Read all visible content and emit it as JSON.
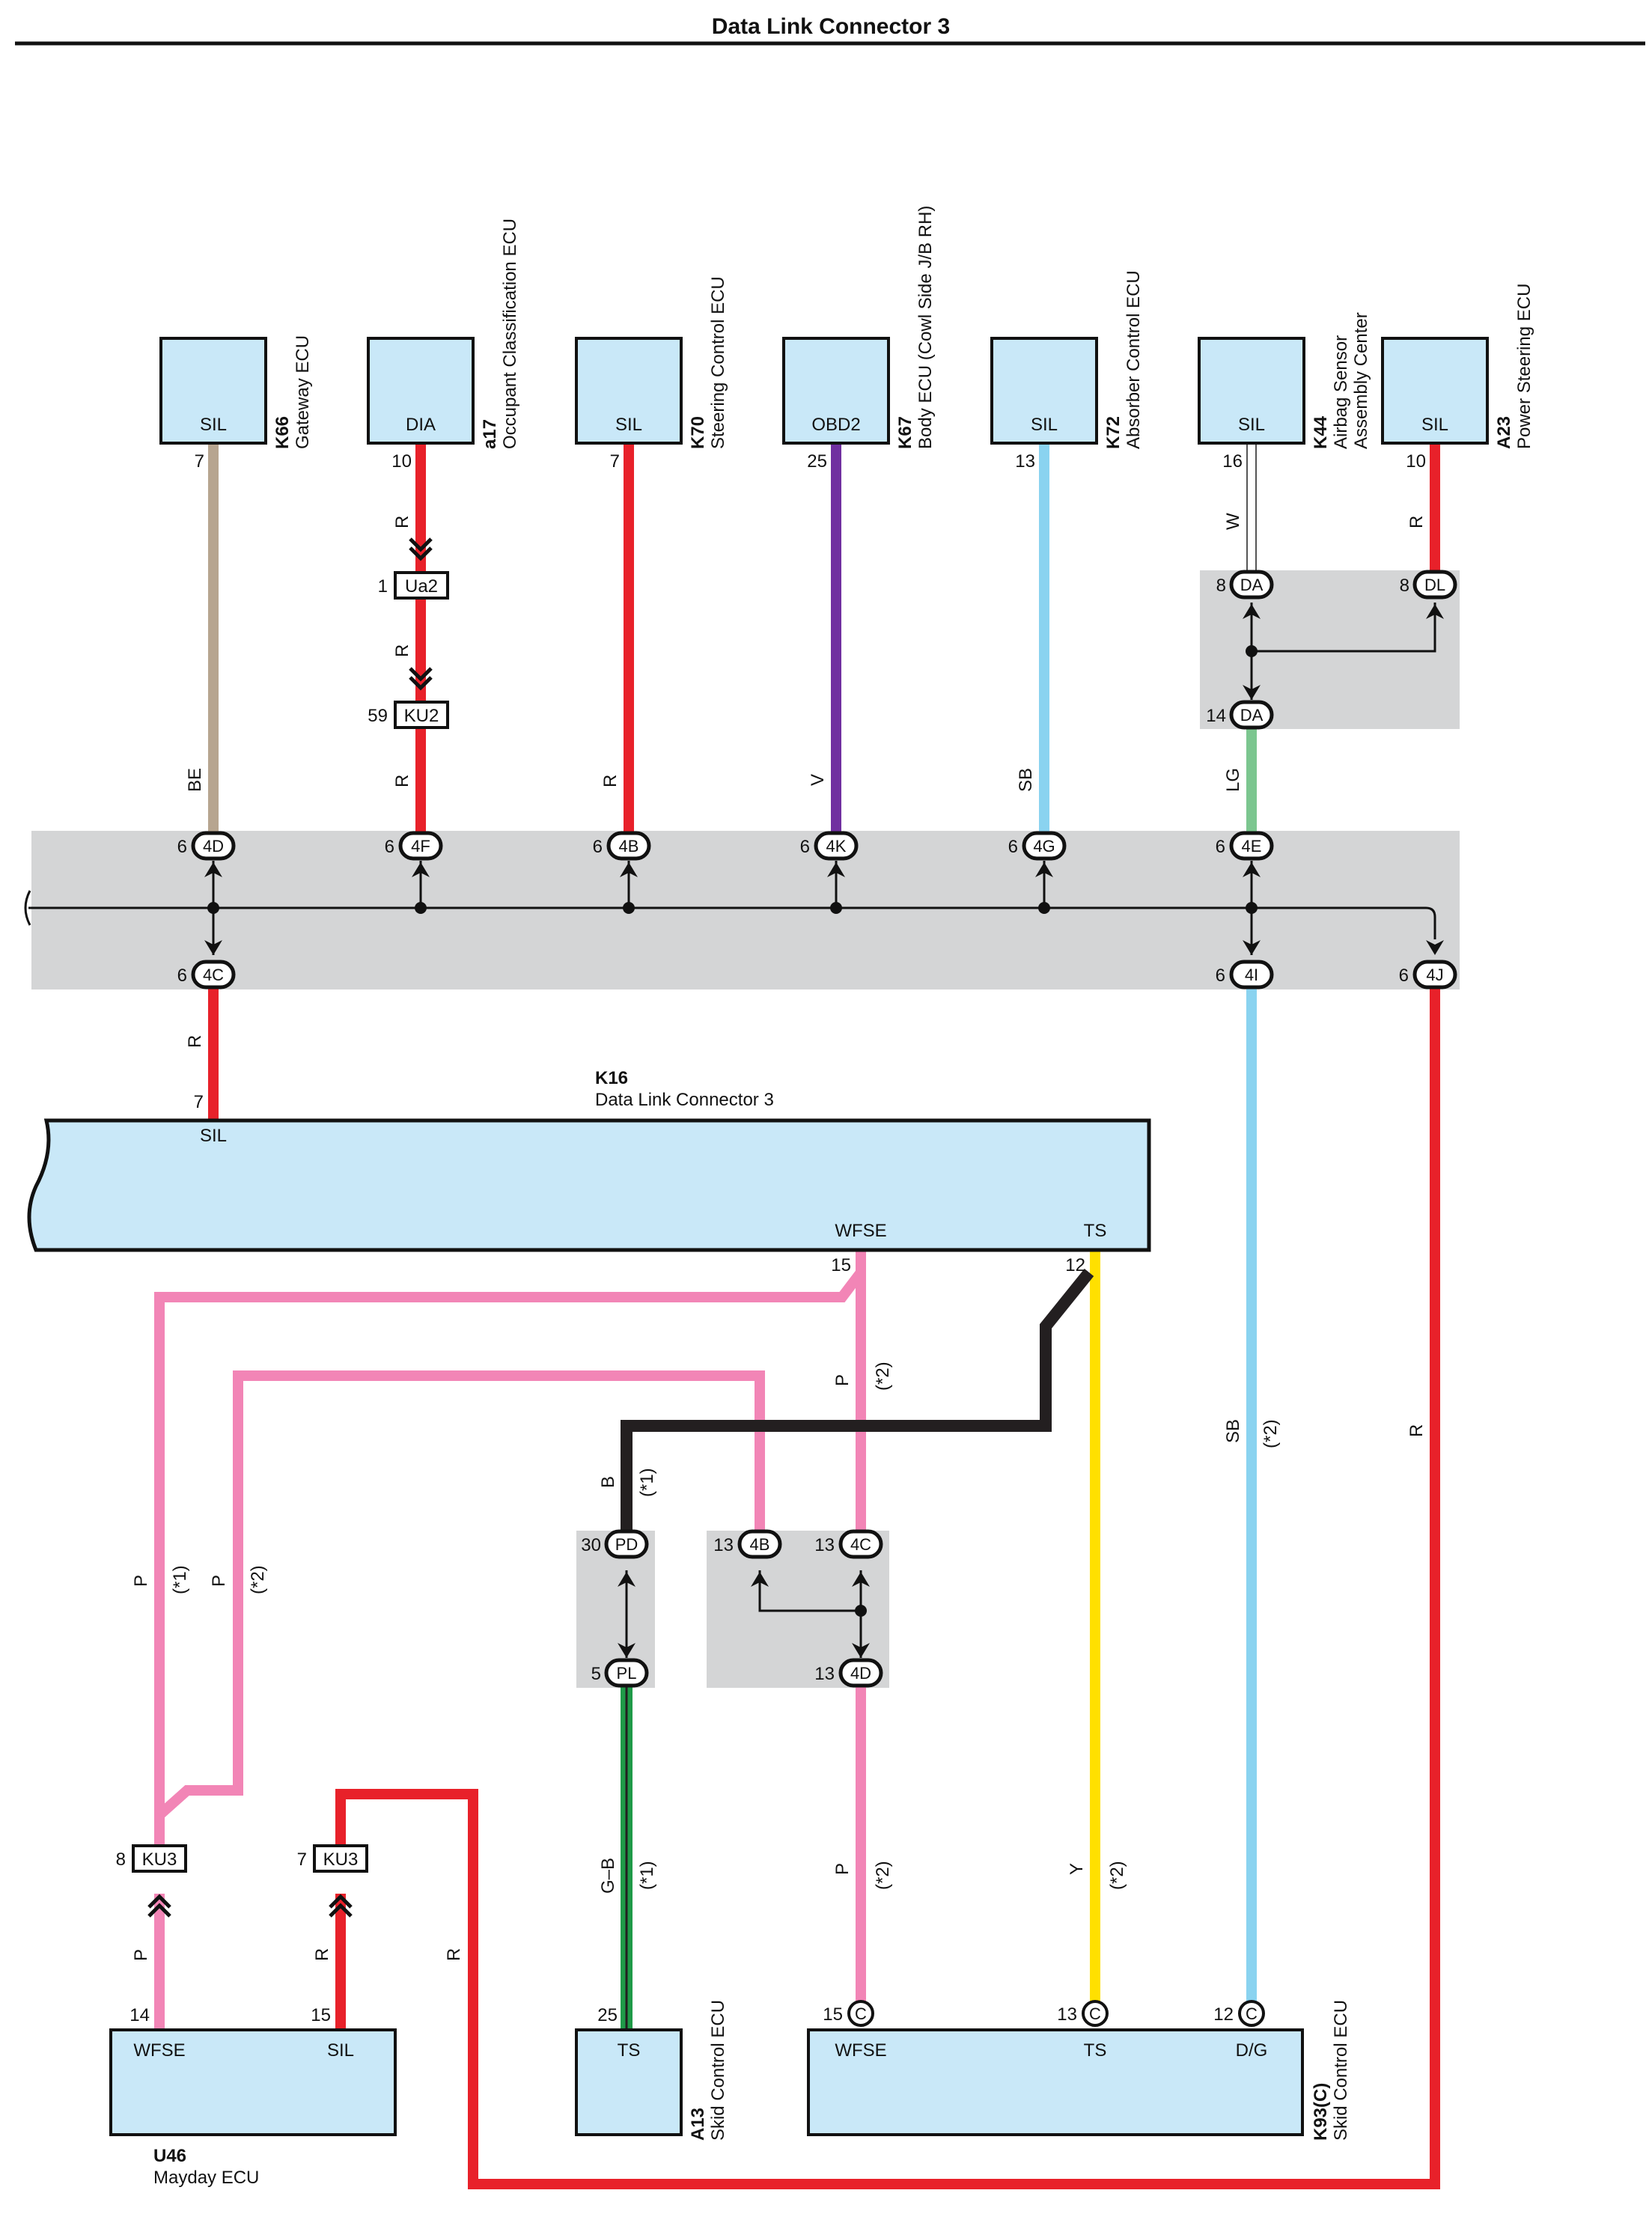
{
  "title": "Data Link Connector 3",
  "colors": {
    "R": "#e8212a",
    "BE": "#b7a590",
    "V": "#7030a0",
    "SB": "#8ad3f0",
    "W": "#ffffff",
    "LG": "#7cc68f",
    "P": "#f285b6",
    "B": "#231f20",
    "Y": "#ffe000",
    "G-B": "#1f9a48",
    "box_fill": "#c9e8f8",
    "junction_fill": "#d4d5d6"
  },
  "top_ecus": [
    {
      "code": "K66",
      "name": "Gateway ECU",
      "terminal": "SIL",
      "pin": "7",
      "wire": "BE"
    },
    {
      "code": "a17",
      "name": "Occupant Classification ECU",
      "terminal": "DIA",
      "pin": "10",
      "wire": "R"
    },
    {
      "code": "K70",
      "name": "Steering Control ECU",
      "terminal": "SIL",
      "pin": "7",
      "wire": "R"
    },
    {
      "code": "K67",
      "name": "Body ECU (Cowl Side J/B RH)",
      "terminal": "OBD2",
      "pin": "25",
      "wire": "V"
    },
    {
      "code": "K72",
      "name": "Absorber Control ECU",
      "terminal": "SIL",
      "pin": "13",
      "wire": "SB"
    },
    {
      "code": "K44",
      "name": "Airbag Sensor",
      "name2": "Assembly Center",
      "terminal": "SIL",
      "pin": "16",
      "wire": "W"
    },
    {
      "code": "A23",
      "name": "Power Steering ECU",
      "terminal": "SIL",
      "pin": "10",
      "wire": "R"
    }
  ],
  "in_line": [
    {
      "pin": "1",
      "label": "Ua2"
    },
    {
      "pin": "59",
      "label": "KU2"
    },
    {
      "pin": "8",
      "label": "KU3"
    },
    {
      "pin": "7",
      "label": "KU3"
    }
  ],
  "junction_upper": [
    {
      "pin": "8",
      "label": "DA"
    },
    {
      "pin": "8",
      "label": "DL"
    },
    {
      "pin": "14",
      "label": "DA"
    }
  ],
  "wire_lg": "LG",
  "junction_main": [
    {
      "pin": "6",
      "label": "4D"
    },
    {
      "pin": "6",
      "label": "4F"
    },
    {
      "pin": "6",
      "label": "4B"
    },
    {
      "pin": "6",
      "label": "4K"
    },
    {
      "pin": "6",
      "label": "4G"
    },
    {
      "pin": "6",
      "label": "4E"
    },
    {
      "pin": "6",
      "label": "4C"
    },
    {
      "pin": "6",
      "label": "4I"
    },
    {
      "pin": "6",
      "label": "4J"
    }
  ],
  "dlc": {
    "code": "K16",
    "name": "Data Link Connector 3",
    "sil_pin": "7",
    "sil": "SIL",
    "wfse": "WFSE",
    "wfse_pin": "15",
    "ts": "TS",
    "ts_pin": "12"
  },
  "wire_notes": {
    "n1": "(*1)",
    "n2": "(*2)"
  },
  "junction_pd": [
    {
      "pin": "30",
      "label": "PD"
    },
    {
      "pin": "5",
      "label": "PL"
    }
  ],
  "junction_4b": [
    {
      "pin": "13",
      "label": "4B"
    },
    {
      "pin": "13",
      "label": "4C"
    },
    {
      "pin": "13",
      "label": "4D"
    }
  ],
  "u46": {
    "code": "U46",
    "name": "Mayday ECU",
    "t1": "WFSE",
    "p1": "14",
    "t2": "SIL",
    "p2": "15"
  },
  "a13": {
    "code": "A13",
    "name": "Skid Control ECU",
    "t1": "TS",
    "p1": "25"
  },
  "k93": {
    "code": "K93(C)",
    "name": "Skid Control ECU",
    "t1": "WFSE",
    "p1": "15",
    "t2": "TS",
    "p2": "13",
    "t3": "D/G",
    "p3": "12",
    "conn": "C"
  }
}
